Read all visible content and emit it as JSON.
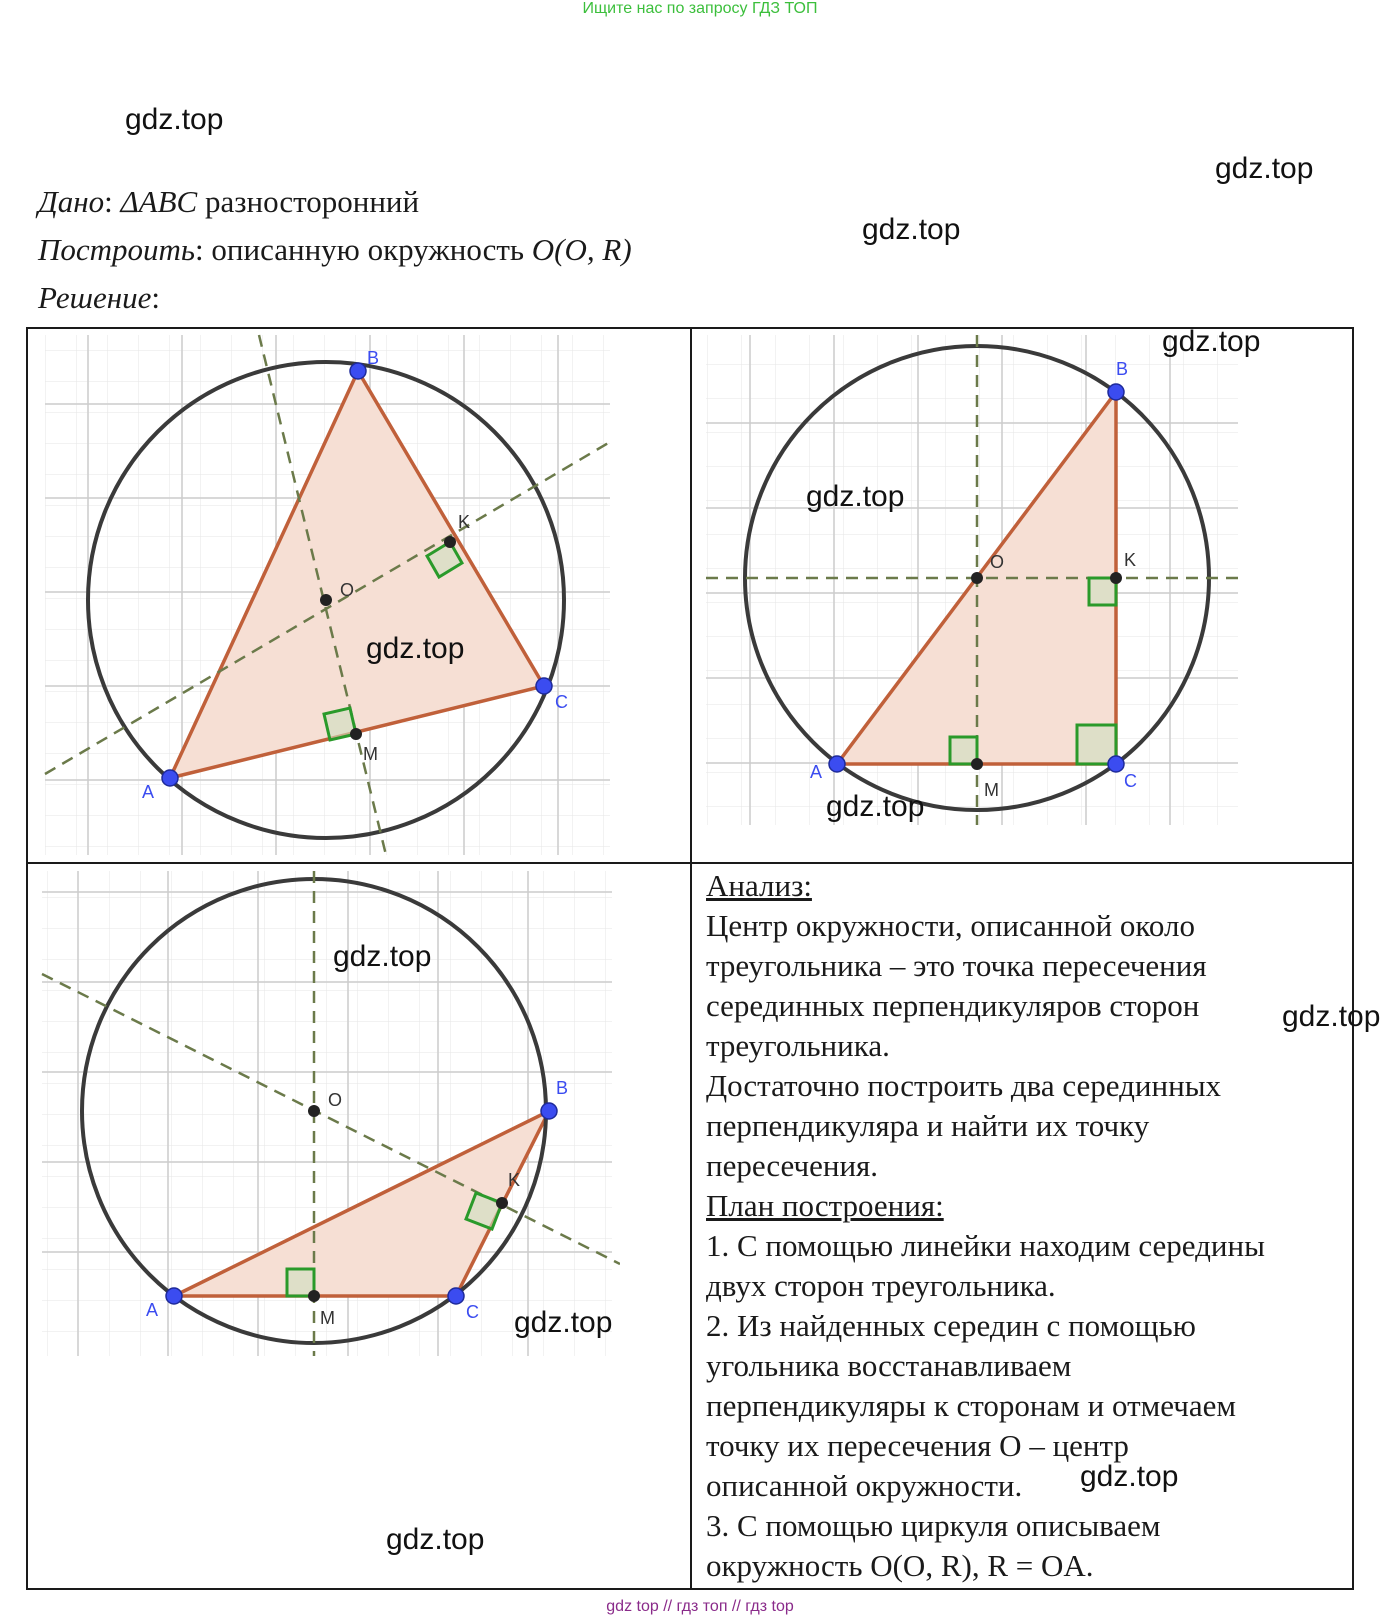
{
  "banner_top": "Ищите нас по запросу ГДЗ ТОП",
  "banner_bottom": "gdz top  //  гдз топ  //  гдз top",
  "watermark": "gdz.top",
  "given": {
    "given_label": "Дано",
    "given_math": "ΔABC",
    "given_text": "разносторонний",
    "construct_label": "Построить",
    "construct_text": "описанную окружность",
    "construct_math": "O(O, R)",
    "solution_label": "Решение"
  },
  "figure_labels": {
    "a": "A",
    "b": "B",
    "c": "C",
    "k": "K",
    "m": "M",
    "o": "O"
  },
  "colors": {
    "circle": "#3a3a3a",
    "triangle_edge": "#c0603a",
    "triangle_fill": "#f6dfd4",
    "perp_dash": "#6b7a4a",
    "vertex": "#3b4cf0",
    "midpoint": "#222222",
    "right_angle": "#2a9a2a",
    "grid": "#d8d8d8",
    "label_blue": "#3b4cf0"
  },
  "analysis": {
    "heading": "Анализ:",
    "lines": [
      "Центр окружности, описанной около",
      "треугольника – это точка пересечения",
      "серединных перпендикуляров сторон",
      "треугольника.",
      "Достаточно построить два серединных",
      "перпендикуляра и найти их точку",
      "пересечения."
    ],
    "plan_heading": "План построения:",
    "plan_lines": [
      "1. С помощью линейки находим середины",
      "двух сторон треугольника.",
      "2. Из найденных середин с помощью",
      "угольника восстанавливаем",
      "перпендикуляры к сторонам и отмечаем",
      "точку их пересечения O – центр",
      "описанной окружности.",
      "3. С помощью циркуля описываем",
      "окружность O(O, R), R = OA."
    ]
  }
}
